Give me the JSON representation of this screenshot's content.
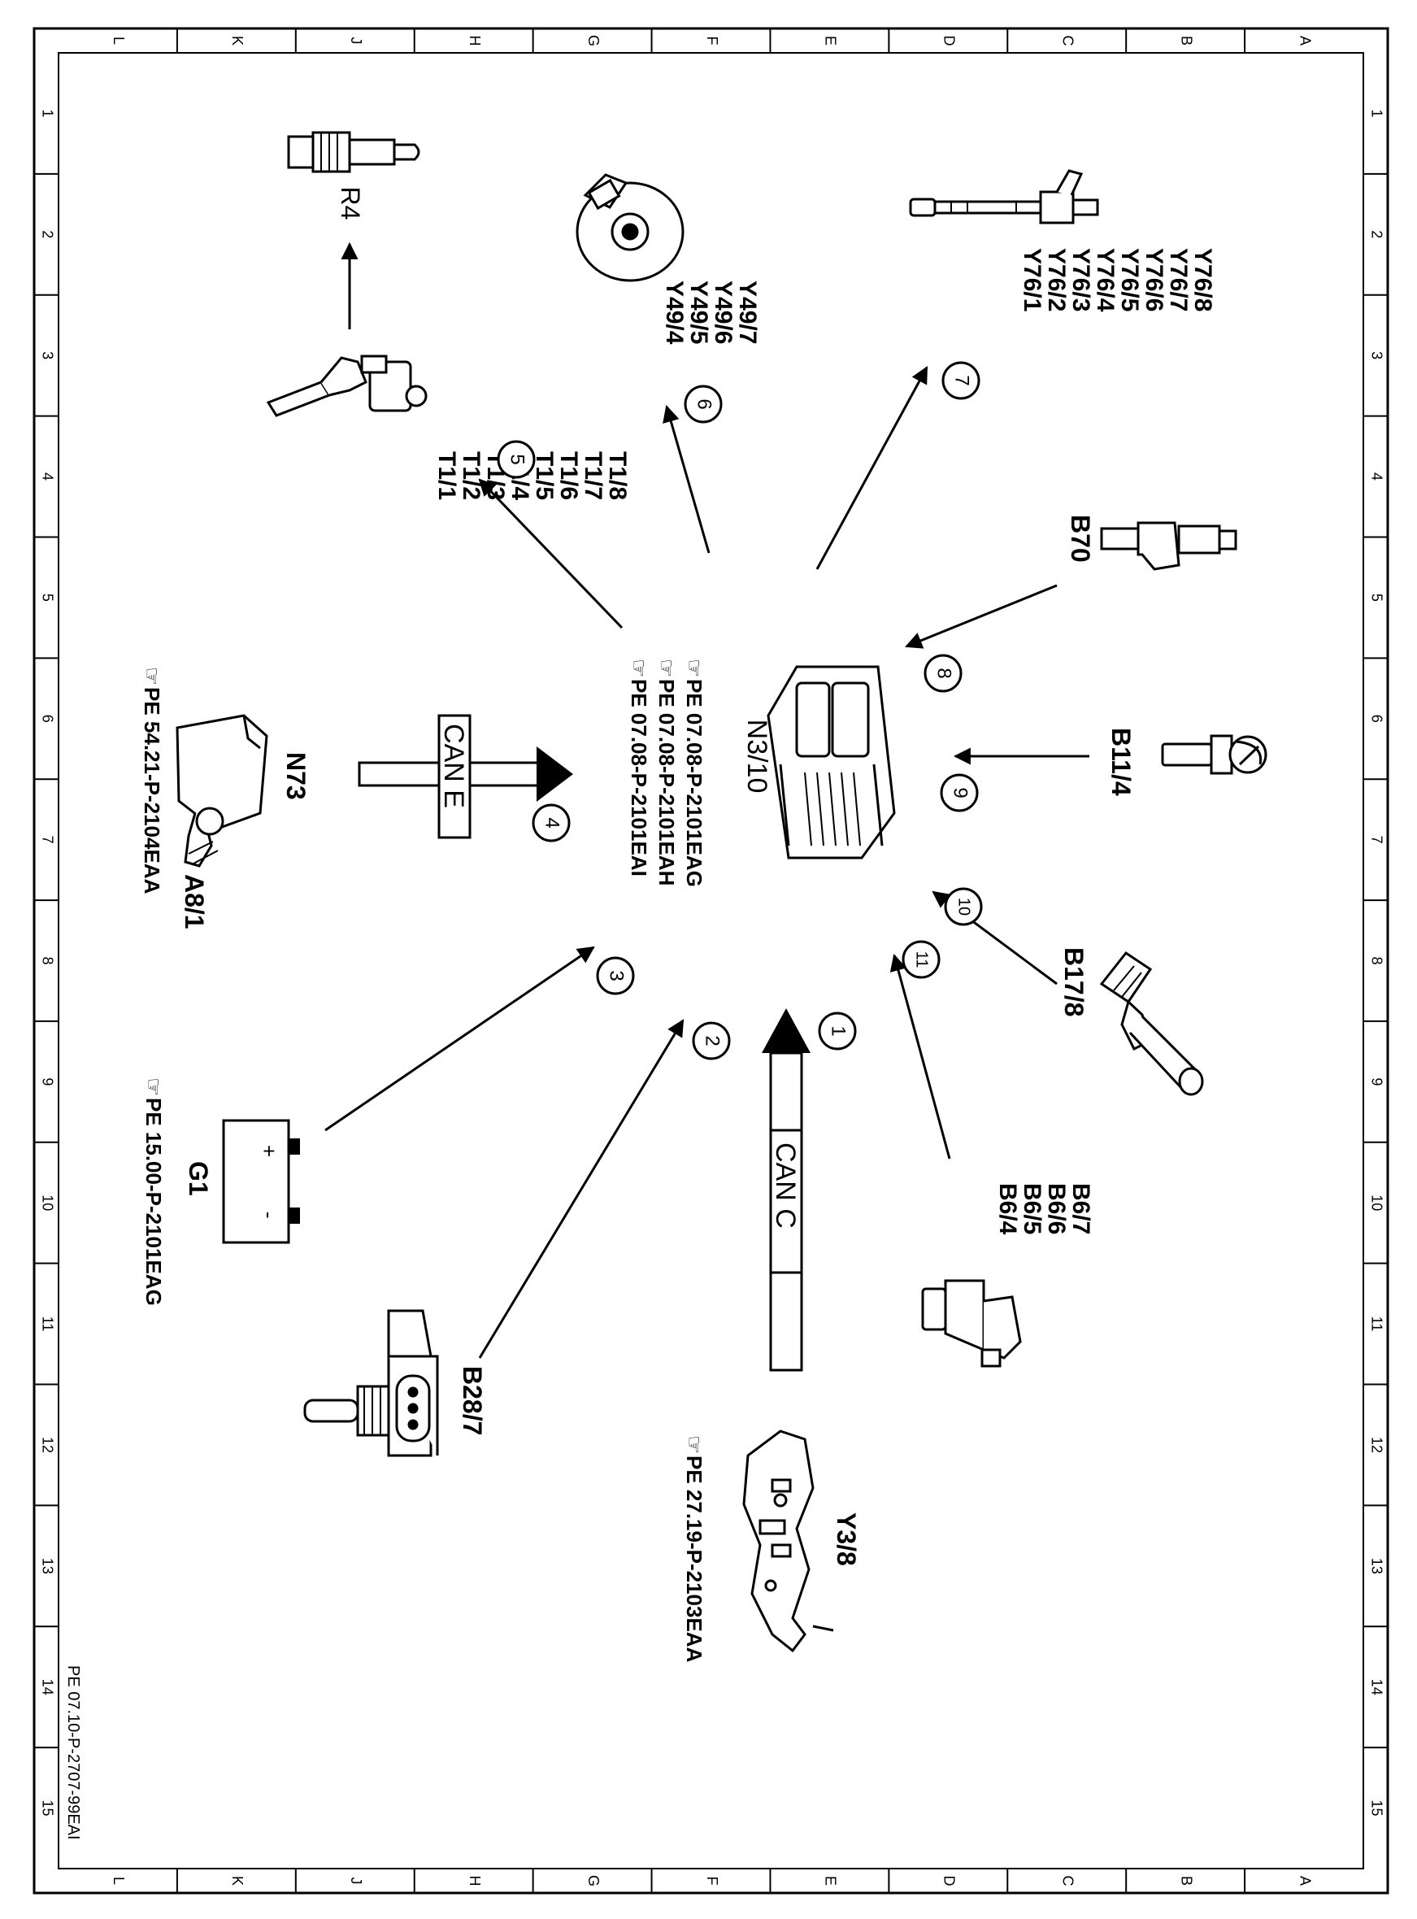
{
  "frame": {
    "columns": [
      "L",
      "K",
      "J",
      "H",
      "G",
      "F",
      "E",
      "D",
      "C",
      "B",
      "A"
    ],
    "rows": [
      "1",
      "2",
      "3",
      "4",
      "5",
      "6",
      "7",
      "8",
      "9",
      "10",
      "11",
      "12",
      "13",
      "14",
      "15"
    ]
  },
  "drawing_number": "PE 07.10-P-2707-99EAI",
  "components": {
    "ecu": {
      "code": "N3/10",
      "refs": [
        "PE 07.08-P-2101EAG",
        "PE 07.08-P-2101EAH",
        "PE 07.08-P-2101EAI"
      ]
    },
    "spark_plug": {
      "code": "R4"
    },
    "ignition_coils": {
      "codes": [
        "T1/1",
        "T1/2",
        "T1/3",
        "T1/4",
        "T1/5",
        "T1/6",
        "T1/7",
        "T1/8"
      ]
    },
    "camshaft_adjusters": {
      "codes": [
        "Y49/4",
        "Y49/5",
        "Y49/6",
        "Y49/7"
      ]
    },
    "injectors": {
      "codes": [
        "Y76/1",
        "Y76/2",
        "Y76/3",
        "Y76/4",
        "Y76/5",
        "Y76/6",
        "Y76/7",
        "Y76/8"
      ]
    },
    "crank_sensor": {
      "code": "B70"
    },
    "coolant_sensor": {
      "code": "B11/4"
    },
    "air_sensor": {
      "code": "B17/8"
    },
    "cam_hall_sensors": {
      "codes": [
        "B6/4",
        "B6/5",
        "B6/6",
        "B6/7"
      ]
    },
    "transmission_module": {
      "code": "Y3/8",
      "ref": "PE 27.19-P-2103EAA"
    },
    "pressure_sensor": {
      "code": "B28/7"
    },
    "battery": {
      "code": "G1",
      "ref": "PE 15.00-P-2101EAG",
      "plus": "+",
      "minus": "-"
    },
    "ignition_module": {
      "code": "N73",
      "sub": "A8/1",
      "ref": "PE 54.21-P-2104EAA"
    }
  },
  "buses": {
    "can_c": "CAN C",
    "can_e": "CAN E"
  },
  "signal_numbers": [
    "1",
    "2",
    "3",
    "4",
    "5",
    "6",
    "7",
    "8",
    "9",
    "10",
    "11"
  ]
}
